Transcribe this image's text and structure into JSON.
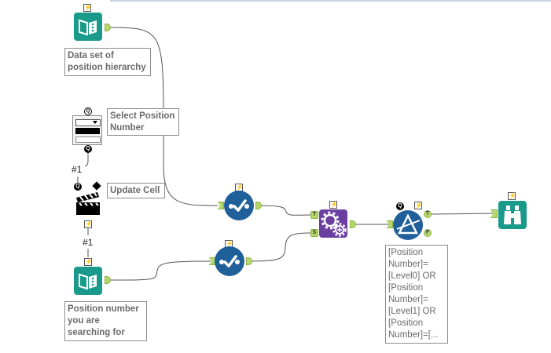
{
  "canvas": {
    "background": "#ffffff"
  },
  "colors": {
    "input_tool": "#1a9a8a",
    "select_tool": "#1f5f9a",
    "macro_tool": "#6b3fa0",
    "filter_tool": "#1f5f9a",
    "browse_tool": "#1a9a8a",
    "anchor": "#b5d86a",
    "wire": "#555555"
  },
  "tools": {
    "input1": {
      "type": "input-data",
      "annotation": "Data set of position hierarchy"
    },
    "dropdown": {
      "type": "drop-down-interface",
      "annotation": "Select Position Number"
    },
    "action": {
      "type": "action-update-cell",
      "annotation": "Update Cell",
      "link_label": "#1"
    },
    "input2": {
      "type": "input-data",
      "annotation": "Position number you are searching for",
      "link_label": "#1"
    },
    "select1": {
      "type": "select"
    },
    "select2": {
      "type": "select"
    },
    "macro": {
      "type": "macro",
      "input_t": "T",
      "input_s": "S"
    },
    "filter": {
      "type": "filter",
      "annotation": "[Position Number]=[Level0] OR [Position Number]=[Level1]  OR [Position Number]=[...",
      "output_t": "T",
      "output_f": "F"
    },
    "browse": {
      "type": "browse"
    }
  },
  "icons": {
    "bolt": "⚡",
    "question": "Q"
  }
}
